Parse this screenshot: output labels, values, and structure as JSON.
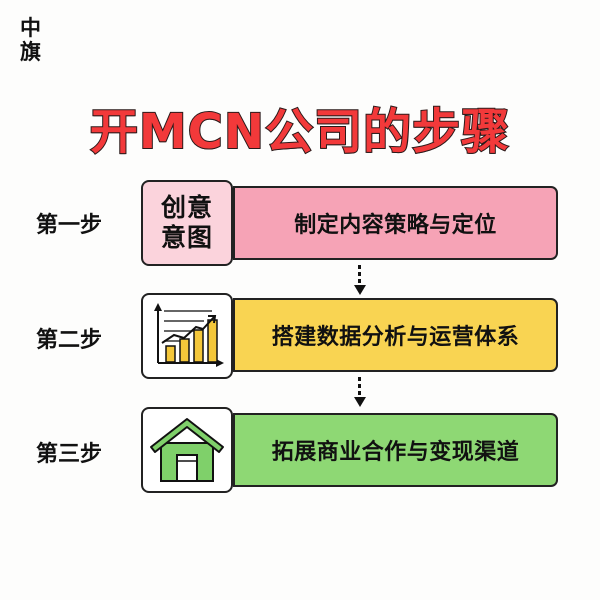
{
  "seal": {
    "line1": "中",
    "line2": "旗"
  },
  "title": "开MCN公司的步骤",
  "steps": [
    {
      "label": "第一步",
      "icon": "creative-intent-text-icon",
      "icon_text_1": "创意",
      "icon_text_2": "意图",
      "text": "制定内容策略与定位",
      "color": "#f6a3b6"
    },
    {
      "label": "第二步",
      "icon": "bar-chart-trend-icon",
      "text": "搭建数据分析与运营体系",
      "color": "#f9d452"
    },
    {
      "label": "第三步",
      "icon": "house-icon",
      "text": "拓展商业合作与变现渠道",
      "color": "#8ed874"
    }
  ]
}
